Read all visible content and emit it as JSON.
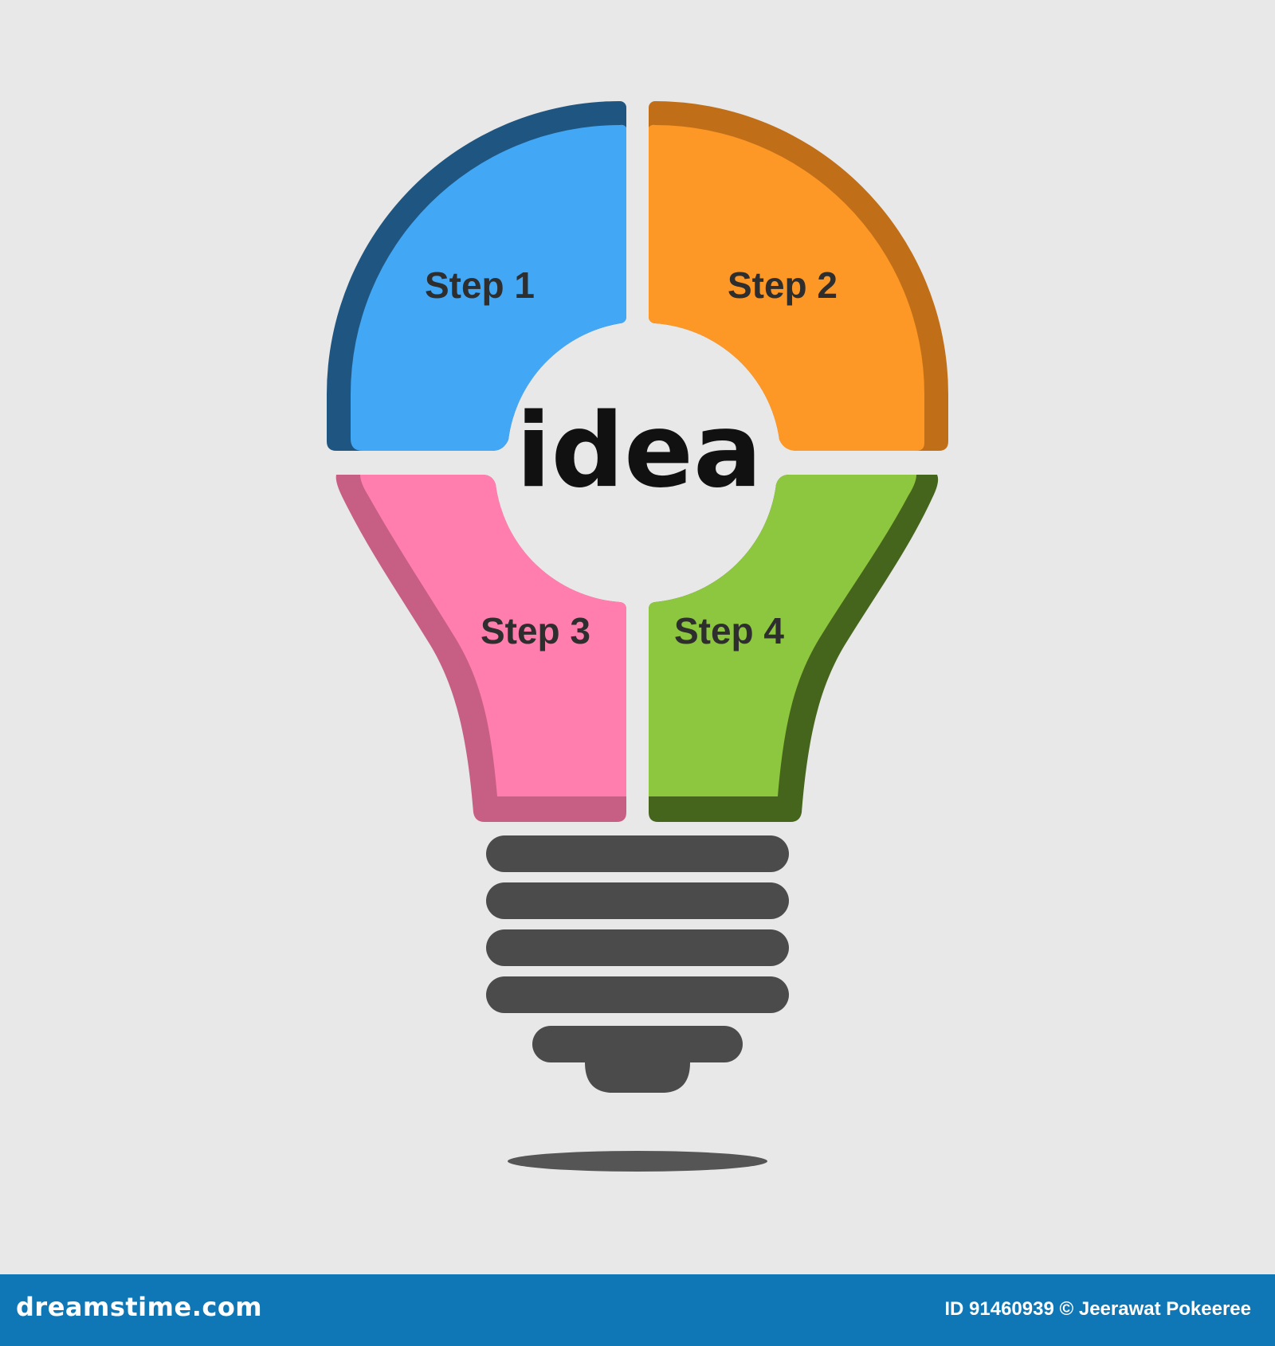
{
  "diagram": {
    "center_label": "idea",
    "steps": [
      {
        "label": "Step 1",
        "fill": "#42a8f5",
        "edge": "#1f5581"
      },
      {
        "label": "Step 2",
        "fill": "#fd9726",
        "edge": "#c06f18"
      },
      {
        "label": "Step 3",
        "fill": "#ff7eae",
        "edge": "#c75f84"
      },
      {
        "label": "Step 4",
        "fill": "#8dc73f",
        "edge": "#45651d"
      }
    ],
    "base_color": "#4b4b4b",
    "shadow_color": "#555555"
  },
  "footer": {
    "logo": "dreamstime.com",
    "credit": "ID 91460939 © Jeerawat Pokeeree"
  }
}
